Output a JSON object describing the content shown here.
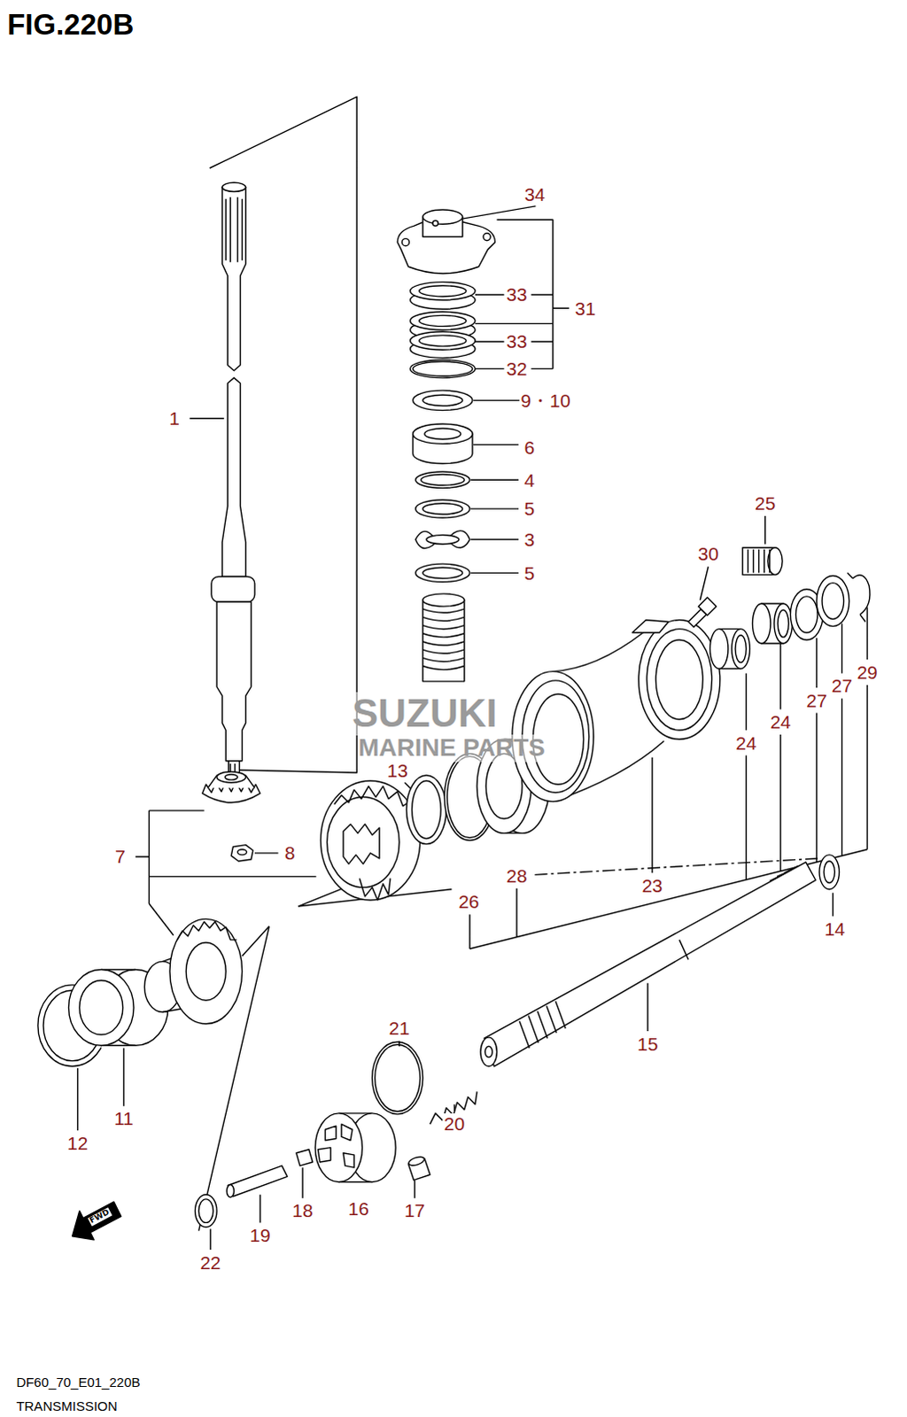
{
  "diagram": {
    "title": "FIG.220B",
    "caption": "TRANSMISSION",
    "labels": [
      "34",
      "33",
      "31",
      "33",
      "32",
      "9・10",
      "6",
      "4",
      "5",
      "3",
      "5",
      "25",
      "30",
      "29",
      "27",
      "27",
      "24",
      "24",
      "1",
      "13",
      "7",
      "8",
      "26",
      "28",
      "23",
      "14",
      "15",
      "21",
      "20",
      "12",
      "11",
      "16",
      "17",
      "18",
      "19",
      "22",
      "SUZUKI",
      "MARINE PARTS",
      "DF60_70_E01_220B",
      "FWD"
    ]
  }
}
